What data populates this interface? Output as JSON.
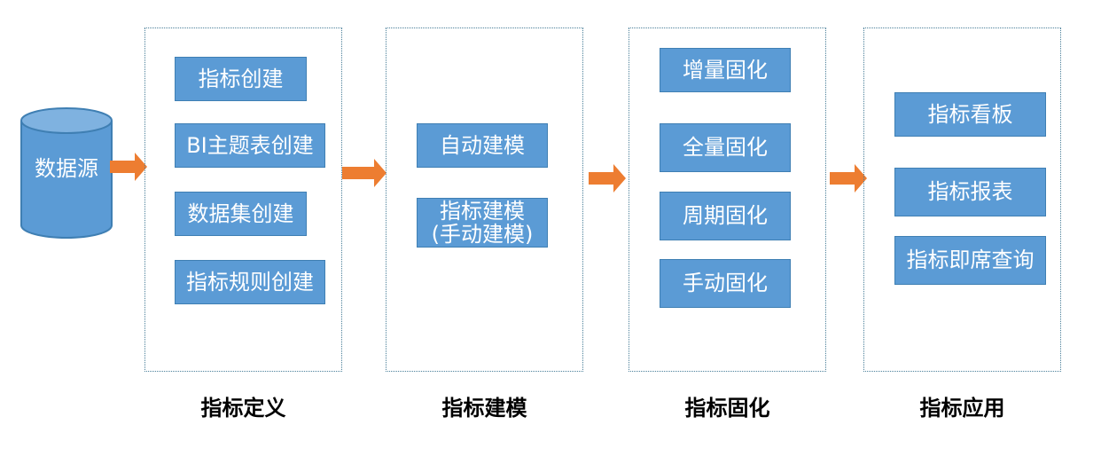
{
  "source": {
    "label": "数据源"
  },
  "colors": {
    "box_fill": "#5b9bd5",
    "box_border": "#3f7fb3",
    "arrow": "#ed7d31",
    "panel_border": "#4a7f99"
  },
  "stages": [
    {
      "title": "指标定义",
      "items": [
        "指标创建",
        "BI主题表创建",
        "数据集创建",
        "指标规则创建"
      ]
    },
    {
      "title": "指标建模",
      "items": [
        "自动建模",
        "指标建模",
        "(手动建模)"
      ]
    },
    {
      "title": "指标固化",
      "items": [
        "增量固化",
        "全量固化",
        "周期固化",
        "手动固化"
      ]
    },
    {
      "title": "指标应用",
      "items": [
        "指标看板",
        "指标报表",
        "指标即席查询"
      ]
    }
  ]
}
